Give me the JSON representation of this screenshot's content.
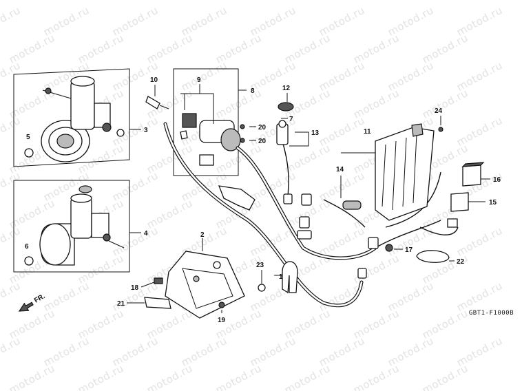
{
  "diagram": {
    "watermark_text": "motod.ru",
    "drawing_code": "GBT1-F1000B",
    "direction_label": "FR.",
    "callouts": [
      {
        "id": "c1",
        "label": "1"
      },
      {
        "id": "c2",
        "label": "2"
      },
      {
        "id": "c3",
        "label": "3"
      },
      {
        "id": "c4",
        "label": "4"
      },
      {
        "id": "c5",
        "label": "5"
      },
      {
        "id": "c6",
        "label": "6"
      },
      {
        "id": "c7",
        "label": "7"
      },
      {
        "id": "c8",
        "label": "8"
      },
      {
        "id": "c9",
        "label": "9"
      },
      {
        "id": "c10",
        "label": "10"
      },
      {
        "id": "c11",
        "label": "11"
      },
      {
        "id": "c12",
        "label": "12"
      },
      {
        "id": "c13",
        "label": "13"
      },
      {
        "id": "c14",
        "label": "14"
      },
      {
        "id": "c15",
        "label": "15"
      },
      {
        "id": "c16",
        "label": "16"
      },
      {
        "id": "c17",
        "label": "17"
      },
      {
        "id": "c18",
        "label": "18"
      },
      {
        "id": "c19",
        "label": "19"
      },
      {
        "id": "c20a",
        "label": "20"
      },
      {
        "id": "c20b",
        "label": "20"
      },
      {
        "id": "c21",
        "label": "21"
      },
      {
        "id": "c22",
        "label": "22"
      },
      {
        "id": "c23",
        "label": "23"
      },
      {
        "id": "c24",
        "label": "24"
      }
    ]
  }
}
